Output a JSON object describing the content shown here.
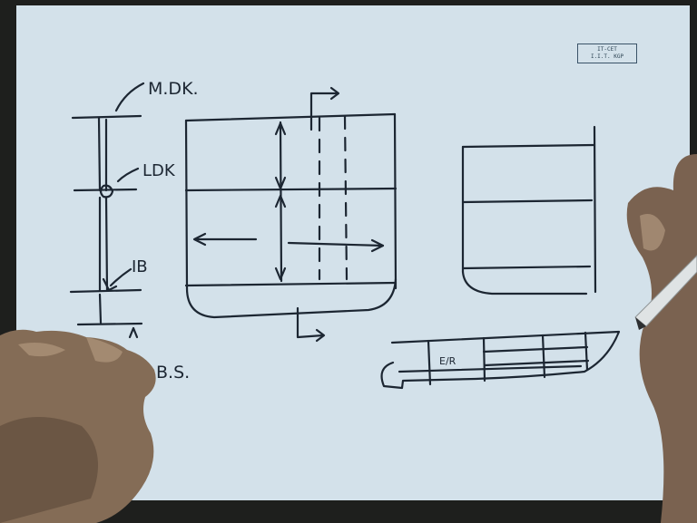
{
  "stamp": {
    "line1": "IT-CET",
    "line2": "I.I.T. KGP"
  },
  "labels": {
    "main_deck": "M.DK.",
    "lower_deck": "LDK",
    "inner_bottom": "IB",
    "bottom_shell": "B.S.",
    "engine_room": "E/R"
  },
  "colors": {
    "paper": "#d3e1ea",
    "ink": "#1c2632",
    "skin_dark": "#6e5a47",
    "skin_light": "#a58c73",
    "background": "#1e1f1d"
  }
}
